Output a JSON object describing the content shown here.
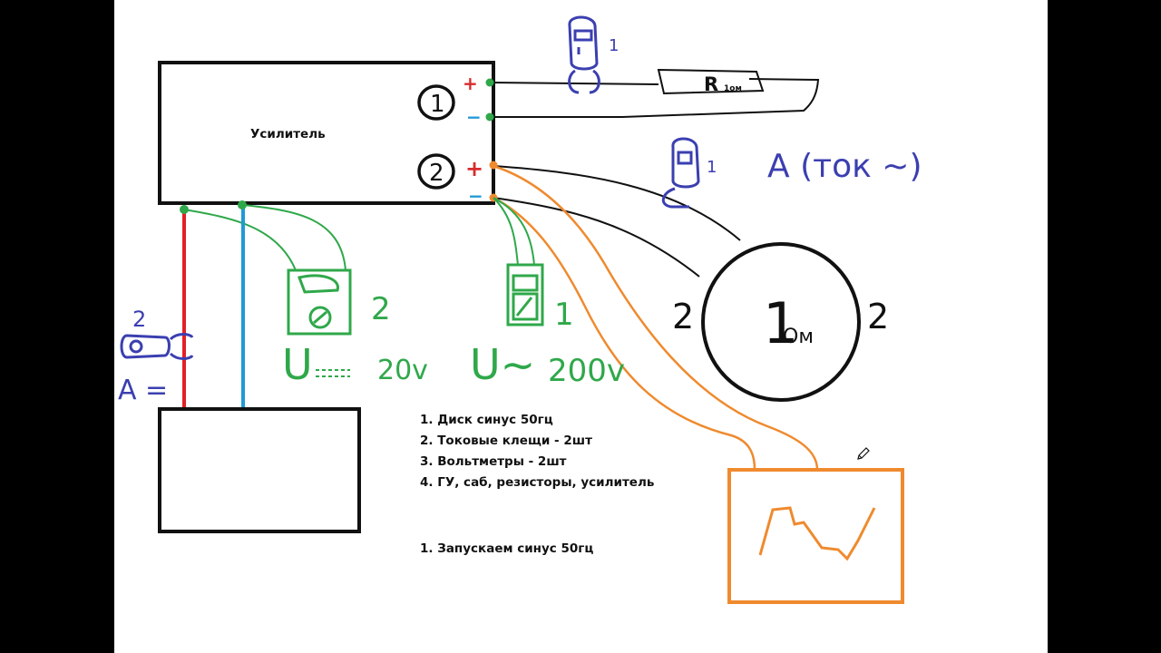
{
  "colors": {
    "background": "#000000",
    "canvas": "#ffffff",
    "black": "#111111",
    "red": "#e32027",
    "blue": "#1f9ad6",
    "green": "#2fa84a",
    "orange": "#ef8a2e",
    "purple": "#3b3fb0",
    "red_mark": "#d92b2b"
  },
  "amplifier": {
    "label": "Усилитель",
    "channel_1": "1",
    "channel_2": "2",
    "plus_1": "+",
    "minus_1": "−",
    "plus_2": "+",
    "minus_2": "−"
  },
  "load": {
    "resistor_label": "R",
    "resistor_suffix": "1ом",
    "clamp_1_number": "1"
  },
  "speaker": {
    "label_main": "1",
    "label_sub": "Ом",
    "left_number": "2",
    "right_number": "2",
    "clamp_number": "1",
    "current_label": "A (ток ~)"
  },
  "dc_meter": {
    "clamp_number": "2",
    "label": "A ="
  },
  "voltmeter_dc": {
    "number": "2",
    "label": "U",
    "range": "20v"
  },
  "voltmeter_ac": {
    "number": "1",
    "label": "U~",
    "range": "200v"
  },
  "equipment_list": [
    "1. Диск синус 50гц",
    "2. Токовые клещи - 2шт",
    "3. Вольтметры - 2шт",
    "4. ГУ, саб, резисторы, усилитель"
  ],
  "steps": [
    "1. Запускаем синус 50гц"
  ],
  "icons": {
    "pencil_cursor": "pencil-icon"
  }
}
